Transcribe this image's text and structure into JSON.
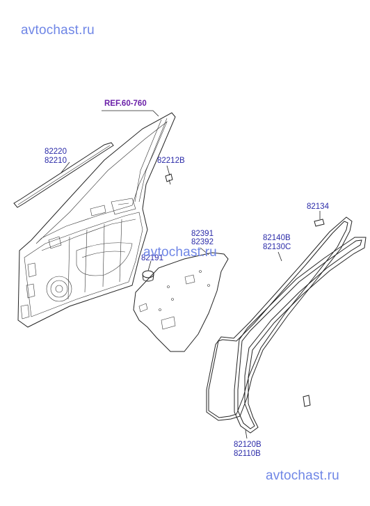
{
  "watermarks": {
    "top": "avtochast.ru",
    "middle": "avtochast.ru",
    "bottom": "avtochast.ru"
  },
  "reference": "REF.60-760",
  "labels": {
    "p82220": "82220",
    "p82210": "82210",
    "p82212B": "82212B",
    "p82391": "82391",
    "p82392": "82392",
    "p82191": "82191",
    "p82134": "82134",
    "p82140B": "82140B",
    "p82130C": "82130C",
    "p82120B": "82120B",
    "p82110B": "82110B"
  },
  "colors": {
    "label": "#2a2aa8",
    "reference": "#6a1fa8",
    "watermark": "#6f86e6",
    "line": "#222222"
  }
}
